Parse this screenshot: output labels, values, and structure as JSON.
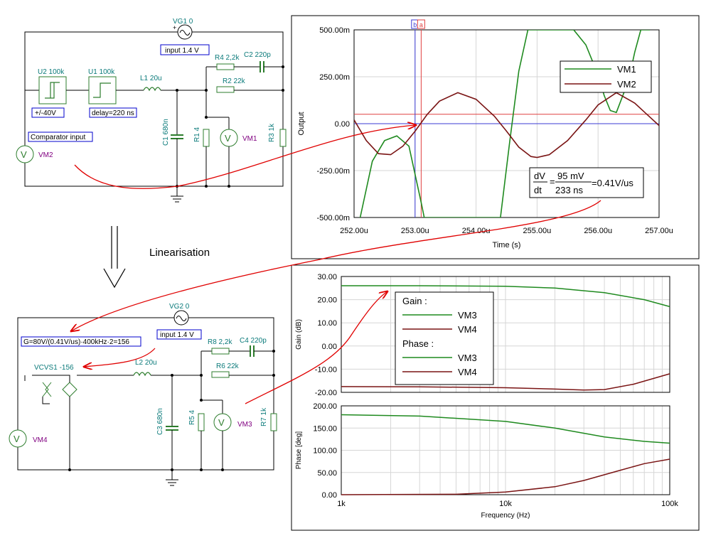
{
  "top_circuit": {
    "vg1": "VG1 0",
    "vg1_label": "input 1.4 V",
    "u2": "U2 100k",
    "u2_label": "+/-40V",
    "u1": "U1 100k",
    "u1_label": "delay=220 ns",
    "l1": "L1 20u",
    "r4": "R4 2,2k",
    "c2": "C2 220p",
    "r2": "R2 22k",
    "c1": "C1 680n",
    "r1": "R1 4",
    "r3": "R3 1k",
    "vm1": "VM1",
    "vm2": "VM2",
    "comparator_label": "Comparator input"
  },
  "arrow_label": "Linearisation",
  "bottom_circuit": {
    "vg2": "VG2 0",
    "vg2_label": "input 1.4 V",
    "gain_formula": "G=80V/(0.41V/us)·400kHz·2=156",
    "vcvs": "VCVS1 -156",
    "l2": "L2 20u",
    "r8": "R8 2,2k",
    "c4": "C4 220p",
    "r6": "R6 22k",
    "c3": "C3 680n",
    "r5": "R5 4",
    "r7": "R7 1k",
    "vm3": "VM3",
    "vm4": "VM4"
  },
  "chart_data": [
    {
      "type": "line",
      "title": "",
      "xlabel": "Time (s)",
      "ylabel": "Output",
      "x_unit_ticks": [
        "252.00u",
        "253.00u",
        "254.00u",
        "255.00u",
        "256.00u",
        "257.00u"
      ],
      "y_ticks": [
        "500.00m",
        "250.00m",
        "0.00",
        "-250.00m",
        "-500.00m"
      ],
      "xlim": [
        252.0,
        257.0
      ],
      "ylim": [
        -500,
        500
      ],
      "cursors": [
        {
          "name": "b",
          "x": 253.0
        },
        {
          "name": "a",
          "x": 253.1
        }
      ],
      "cursor_levels": [
        0,
        50
      ],
      "legend": [
        "VM1",
        "VM2"
      ],
      "colors": {
        "VM1": "#1f8a1f",
        "VM2": "#7a1414"
      },
      "series": [
        {
          "name": "VM1",
          "x": [
            252.1,
            252.3,
            252.5,
            252.7,
            252.9,
            253.1,
            253.15,
            254.4,
            254.55,
            254.7,
            254.85,
            255.05,
            255.6,
            255.8,
            256.0,
            256.1,
            256.2,
            256.3,
            256.5,
            256.6,
            256.7,
            256.85
          ],
          "y": [
            -500,
            -200,
            -90,
            -65,
            -120,
            -420,
            -500,
            -500,
            -100,
            280,
            500,
            500,
            500,
            420,
            260,
            150,
            70,
            60,
            230,
            380,
            500,
            500
          ]
        },
        {
          "name": "VM2",
          "x": [
            252.0,
            252.2,
            252.4,
            252.6,
            252.8,
            253.0,
            253.2,
            253.4,
            253.7,
            254.0,
            254.3,
            254.5,
            254.7,
            254.9,
            255.0,
            255.2,
            255.5,
            255.8,
            256.0,
            256.3,
            256.6,
            256.8,
            257.0
          ],
          "y": [
            20,
            -90,
            -160,
            -165,
            -120,
            -40,
            50,
            120,
            165,
            130,
            40,
            -40,
            -125,
            -175,
            -180,
            -165,
            -90,
            20,
            100,
            165,
            110,
            50,
            -10
          ]
        }
      ],
      "annotation": {
        "num": "dV",
        "den": "dt",
        "num_val": "95 mV",
        "den_val": "233 ns",
        "result": "=0.41V/us"
      }
    },
    {
      "type": "line",
      "title": "",
      "xlabel": "Frequency (Hz)",
      "ylabel": "Gain (dB)",
      "x_ticks": [
        "1k",
        "10k",
        "100k"
      ],
      "y_ticks": [
        "30.00",
        "20.00",
        "10.00",
        "0.00",
        "-10.00",
        "-20.00"
      ],
      "ylim": [
        -20,
        30
      ],
      "log_x": true,
      "legend_groups": [
        {
          "heading": "Gain :",
          "items": [
            "VM3",
            "VM4"
          ]
        },
        {
          "heading": "Phase :",
          "items": [
            "VM3",
            "VM4"
          ]
        }
      ],
      "series": [
        {
          "name": "VM3",
          "x": [
            1000,
            3000,
            10000,
            20000,
            40000,
            70000,
            100000
          ],
          "y": [
            26,
            26,
            25.8,
            25,
            23,
            20,
            17
          ]
        },
        {
          "name": "VM4",
          "x": [
            1000,
            3000,
            10000,
            20000,
            30000,
            40000,
            60000,
            100000
          ],
          "y": [
            -17.5,
            -17.6,
            -18,
            -18.6,
            -19,
            -18.8,
            -16.5,
            -12
          ]
        }
      ]
    },
    {
      "type": "line",
      "title": "",
      "xlabel": "Frequency (Hz)",
      "ylabel": "Phase [deg]",
      "x_ticks": [
        "1k",
        "10k",
        "100k"
      ],
      "y_ticks": [
        "200.00",
        "150.00",
        "100.00",
        "50.00",
        "0.00"
      ],
      "ylim": [
        0,
        200
      ],
      "log_x": true,
      "series": [
        {
          "name": "VM3",
          "x": [
            1000,
            3000,
            10000,
            20000,
            40000,
            70000,
            100000
          ],
          "y": [
            180,
            177,
            165,
            150,
            130,
            120,
            116
          ]
        },
        {
          "name": "VM4",
          "x": [
            1000,
            5000,
            10000,
            20000,
            30000,
            50000,
            70000,
            100000
          ],
          "y": [
            0,
            1,
            6,
            18,
            32,
            55,
            70,
            80
          ]
        }
      ]
    }
  ]
}
